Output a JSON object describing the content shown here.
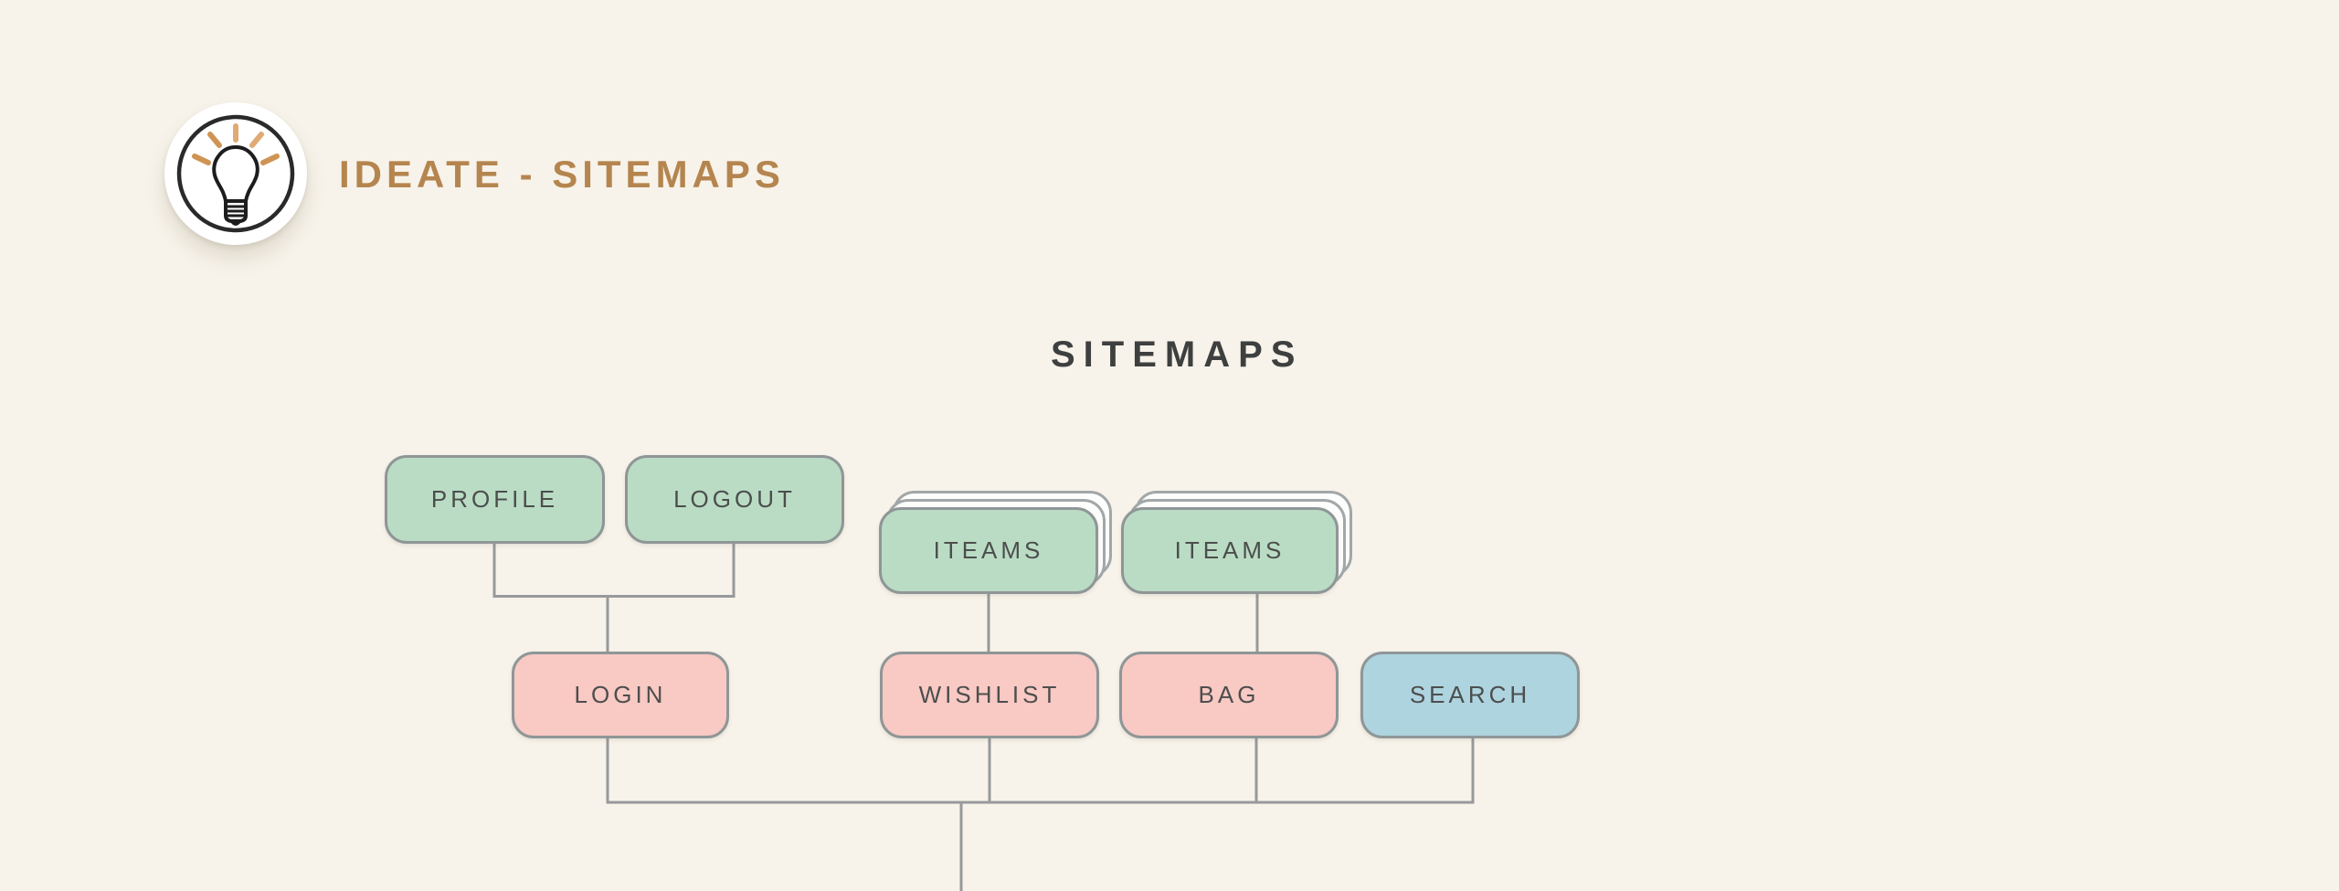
{
  "header": {
    "title": "IDEATE - SITEMAPS",
    "logo_icon": "lightbulb-icon"
  },
  "diagram": {
    "title": "SITEMAPS",
    "nodes": [
      {
        "id": "profile",
        "label": "PROFILE",
        "variant": "green",
        "row": 1
      },
      {
        "id": "logout",
        "label": "LOGOUT",
        "variant": "green",
        "row": 1
      },
      {
        "id": "iteams-left",
        "label": "ITEAMS",
        "variant": "green-stack",
        "row": 1
      },
      {
        "id": "iteams-right",
        "label": "ITEAMS",
        "variant": "green-stack",
        "row": 1
      },
      {
        "id": "login",
        "label": "LOGIN",
        "variant": "pink",
        "row": 2
      },
      {
        "id": "wishlist",
        "label": "WISHLIST",
        "variant": "pink",
        "row": 2
      },
      {
        "id": "bag",
        "label": "BAG",
        "variant": "pink",
        "row": 2
      },
      {
        "id": "search",
        "label": "SEARCH",
        "variant": "blue",
        "row": 2
      }
    ],
    "edges": [
      {
        "from": "profile",
        "to": "login"
      },
      {
        "from": "logout",
        "to": "login"
      },
      {
        "from": "iteams-left",
        "to": "wishlist"
      },
      {
        "from": "iteams-right",
        "to": "bag"
      },
      {
        "from": "login",
        "to": "trunk"
      },
      {
        "from": "wishlist",
        "to": "trunk"
      },
      {
        "from": "bag",
        "to": "trunk"
      },
      {
        "from": "search",
        "to": "trunk"
      }
    ],
    "colors": {
      "background": "#f7f3ea",
      "green": "#badcc4",
      "pink": "#f9c9c4",
      "blue": "#aed4e0",
      "node_border": "#8f9697",
      "node_text": "#4c4e4d",
      "connector_line": "#97999b",
      "diagram_title_text": "#3e3f3f",
      "header_title_text": "#b5854f",
      "logo_ray_color": "#cf9454",
      "logo_outline_color": "#2a2a2a"
    }
  }
}
